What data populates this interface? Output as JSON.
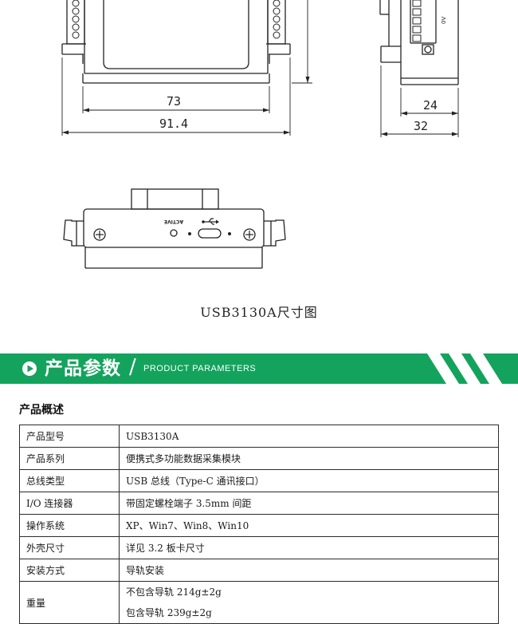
{
  "drawing": {
    "dim_inner_width": "73",
    "dim_outer_width": "91.4",
    "dim_side_depth_inner": "24",
    "dim_side_depth_outer": "32",
    "panel_label_active": "ACTIVE",
    "side_label": "0V"
  },
  "caption": "USB3130A尺寸图",
  "banner": {
    "title": "产品参数",
    "subtitle": "PRODUCT PARAMETERS"
  },
  "section_heading": "产品概述",
  "colors": {
    "accent": "#13a35d",
    "border": "#2b2b2b"
  },
  "params": [
    {
      "key": "产品型号",
      "value": "USB3130A"
    },
    {
      "key": "产品系列",
      "value": "便携式多功能数据采集模块"
    },
    {
      "key": "总线类型",
      "value": "USB  总线（Type-C 通讯接口）"
    },
    {
      "key": "I/O 连接器",
      "value": "带固定螺栓端子 3.5mm 间距"
    },
    {
      "key": "操作系统",
      "value": "XP、Win7、Win8、Win10"
    },
    {
      "key": "外壳尺寸",
      "value": "详见 3.2 板卡尺寸"
    },
    {
      "key": "安装方式",
      "value": "导轨安装"
    },
    {
      "key": "重量",
      "lines": [
        "不包含导轨 214g±2g",
        "包含导轨 239g±2g"
      ]
    }
  ]
}
